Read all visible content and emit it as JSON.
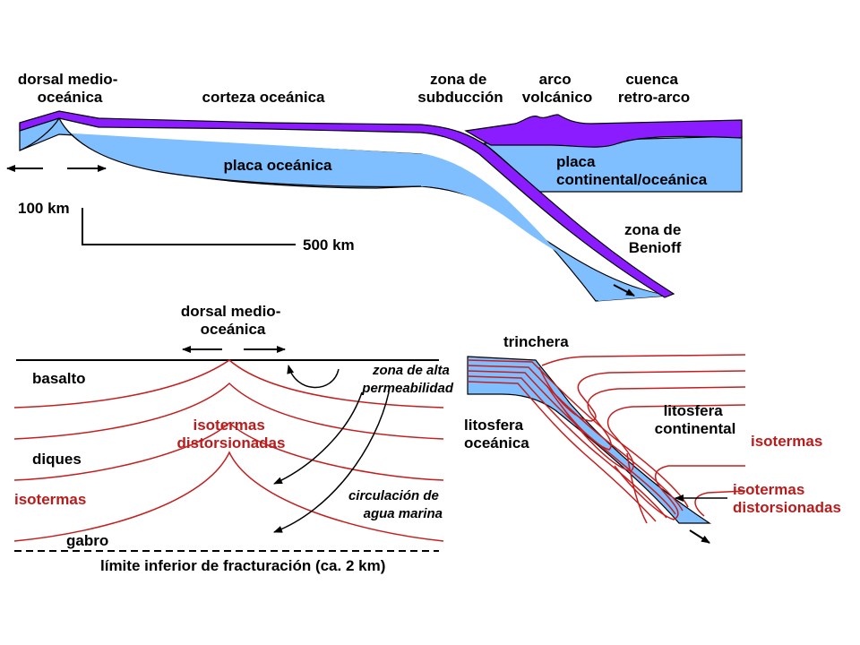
{
  "colors": {
    "crust": "#8a1cff",
    "plate": "#80bfff",
    "isotherm": "#c41e1e",
    "red_text": "#b81c1c",
    "ink": "#000000"
  },
  "top": {
    "ridge_label": [
      "dorsal medio-",
      "oceánica"
    ],
    "crust_label": "corteza oceánica",
    "subduction_label": [
      "zona de",
      "subducción"
    ],
    "arc_label": [
      "arco",
      "volcánico"
    ],
    "backarc_label": [
      "cuenca",
      "retro-arco"
    ],
    "oceanic_plate_label": "placa oceánica",
    "continental_plate_label": [
      "placa",
      "continental/oceánica"
    ],
    "benioff_label": [
      "zona de",
      "Benioff"
    ],
    "scale_vertical": "100 km",
    "scale_horizontal": "500 km"
  },
  "bottom_left": {
    "ridge_label": [
      "dorsal medio-",
      "oceánica"
    ],
    "basalt_label": "basalto",
    "dikes_label": "diques",
    "gabbro_label": "gabro",
    "isotherms_label": "isotermas",
    "distorted_label": [
      "isotermas",
      "distorsionadas"
    ],
    "permeability_label": [
      "zona de alta",
      "permeabilidad"
    ],
    "circulation_label": [
      "circulación de",
      "agua marina"
    ],
    "fracture_limit_label": "límite inferior de fracturación (ca. 2 km)"
  },
  "bottom_right": {
    "trench_label": "trinchera",
    "continental_lith_label": [
      "litosfera",
      "continental"
    ],
    "oceanic_lith_label": [
      "litosfera",
      "oceánica"
    ],
    "isotherms_label": "isotermas",
    "distorted_label": [
      "isotermas",
      "distorsionadas"
    ]
  }
}
